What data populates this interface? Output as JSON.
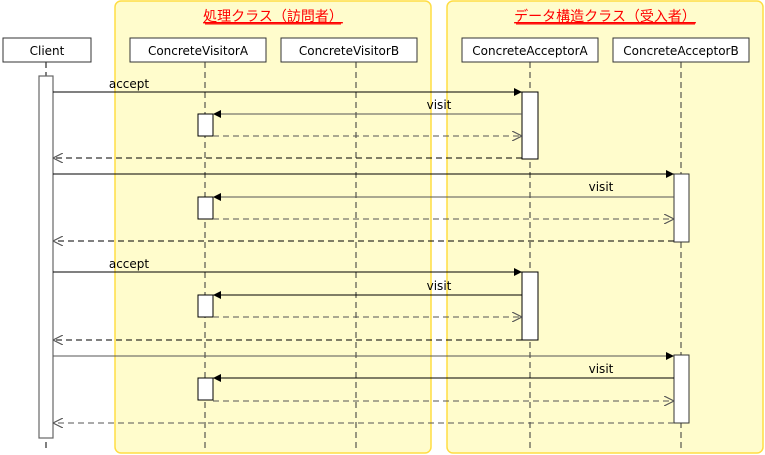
{
  "diagram": {
    "type": "sequence",
    "groups": [
      {
        "id": "visitors",
        "title": "処理クラス（訪問者）",
        "members": [
          "visitorA",
          "visitorB"
        ]
      },
      {
        "id": "acceptors",
        "title": "データ構造クラス（受入者）",
        "members": [
          "acceptorA",
          "acceptorB"
        ]
      }
    ],
    "lifelines": [
      {
        "id": "client",
        "label": "Client"
      },
      {
        "id": "visitorA",
        "label": "ConcreteVisitorA"
      },
      {
        "id": "visitorB",
        "label": "ConcreteVisitorB"
      },
      {
        "id": "acceptorA",
        "label": "ConcreteAcceptorA"
      },
      {
        "id": "acceptorB",
        "label": "ConcreteAcceptorB"
      }
    ],
    "messages": [
      {
        "from": "client",
        "to": "acceptorA",
        "label": "accept",
        "kind": "call"
      },
      {
        "from": "acceptorA",
        "to": "visitorA",
        "label": "visit",
        "kind": "call"
      },
      {
        "from": "visitorA",
        "to": "acceptorA",
        "label": "",
        "kind": "return"
      },
      {
        "from": "acceptorA",
        "to": "client",
        "label": "",
        "kind": "return"
      },
      {
        "from": "client",
        "to": "acceptorB",
        "label": "",
        "kind": "call"
      },
      {
        "from": "acceptorB",
        "to": "visitorA",
        "label": "visit",
        "kind": "call"
      },
      {
        "from": "visitorA",
        "to": "acceptorB",
        "label": "",
        "kind": "return"
      },
      {
        "from": "acceptorB",
        "to": "client",
        "label": "",
        "kind": "return"
      },
      {
        "from": "client",
        "to": "acceptorA",
        "label": "accept",
        "kind": "call"
      },
      {
        "from": "acceptorA",
        "to": "visitorA",
        "label": "visit",
        "kind": "call"
      },
      {
        "from": "visitorA",
        "to": "acceptorA",
        "label": "",
        "kind": "return"
      },
      {
        "from": "acceptorA",
        "to": "client",
        "label": "",
        "kind": "return"
      },
      {
        "from": "client",
        "to": "acceptorB",
        "label": "",
        "kind": "call"
      },
      {
        "from": "acceptorB",
        "to": "visitorA",
        "label": "visit",
        "kind": "call"
      },
      {
        "from": "visitorA",
        "to": "acceptorB",
        "label": "",
        "kind": "return"
      },
      {
        "from": "acceptorB",
        "to": "client",
        "label": "",
        "kind": "return"
      }
    ]
  },
  "colors": {
    "group_fill": "#fffccc",
    "group_border": "#ffdd44",
    "group_title": "#ff0000",
    "line": "#000000",
    "dashed_line": "#555555",
    "activation_fill": "#ffffff"
  }
}
